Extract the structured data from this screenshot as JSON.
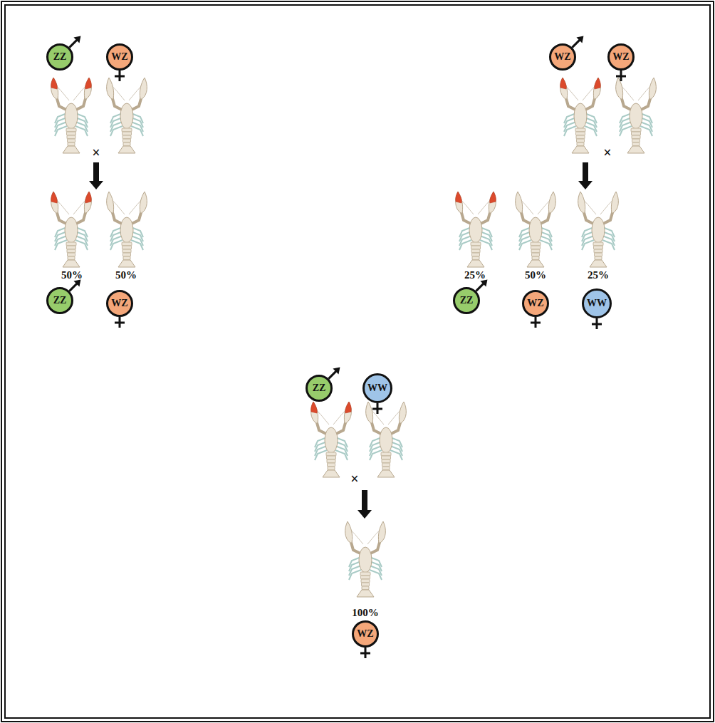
{
  "diagram": {
    "nodes": [
      {
        "text": [
          "ZZ"
        ]
      },
      {
        "text": [
          "WZ"
        ]
      },
      {
        "text": [
          "ZZ"
        ]
      },
      {
        "text": [
          "WZ"
        ]
      },
      {
        "text": [
          "WZ"
        ]
      },
      {
        "text": [
          "WZ"
        ]
      },
      {
        "text": [
          "ZZ"
        ]
      },
      {
        "text": [
          "WZ"
        ]
      },
      {
        "text": [
          "WW"
        ]
      },
      {
        "text": [
          "ZZ"
        ]
      },
      {
        "text": [
          "WW"
        ]
      },
      {
        "text": [
          "WZ"
        ]
      }
    ],
    "labels": [
      "×",
      "50%",
      "50%",
      "×",
      "25%",
      "50%",
      "25%",
      "×",
      "100%"
    ]
  }
}
